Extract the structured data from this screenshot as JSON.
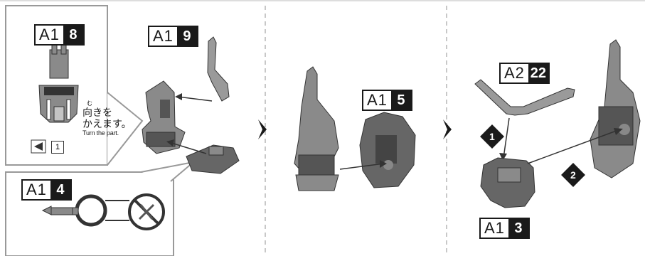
{
  "panel1": {
    "detail_tag": {
      "code": "A1",
      "num": "8"
    },
    "main_tag": {
      "code": "A1",
      "num": "9"
    },
    "note_ruby": "む",
    "note_line1": "向きを",
    "note_line2": "かえます。",
    "note_en": "Turn the part.",
    "box_ref": "1",
    "callout_tag": {
      "code": "A1",
      "num": "4"
    }
  },
  "panel2": {
    "tag": {
      "code": "A1",
      "num": "5"
    }
  },
  "panel3": {
    "tag_top": {
      "code": "A2",
      "num": "22"
    },
    "tag_bottom": {
      "code": "A1",
      "num": "3"
    },
    "step1": "1",
    "step2": "2"
  },
  "colors": {
    "ink": "#1a1a1a",
    "part_dark": "#555555",
    "part_mid": "#8a8a8a",
    "part_light": "#c4c4c4",
    "divider": "#b5b5b5"
  }
}
